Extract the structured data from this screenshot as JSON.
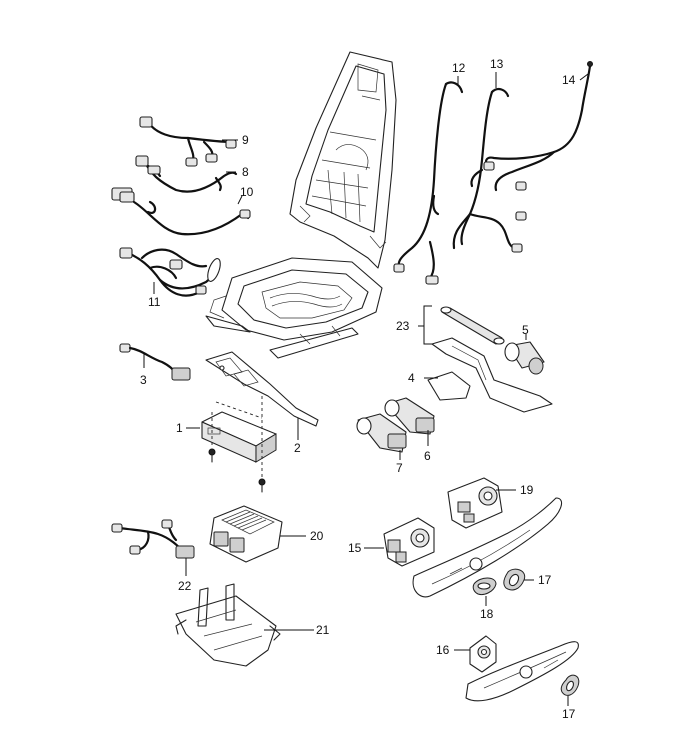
{
  "callouts": {
    "p1": "1",
    "p2": "2",
    "p3": "3",
    "p4": "4",
    "p5": "5",
    "p6": "6",
    "p7": "7",
    "p8": "8",
    "p9": "9",
    "p10": "10",
    "p11": "11",
    "p12": "12",
    "p13": "13",
    "p14": "14",
    "p15": "15",
    "p16": "16",
    "p17a": "17",
    "p17b": "17",
    "p18": "18",
    "p19": "19",
    "p20": "20",
    "p21": "21",
    "p22": "22",
    "p23": "23"
  }
}
